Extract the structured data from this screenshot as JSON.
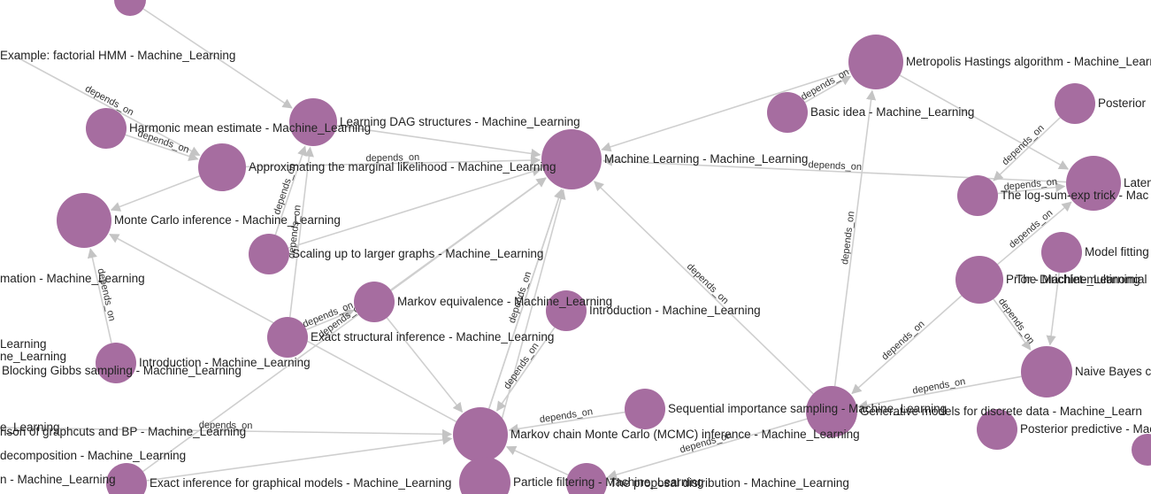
{
  "graph": {
    "edge_label": "depends_on",
    "node_color": "#a66da0",
    "edge_color": "#cfcfcf",
    "nodes": [
      {
        "id": "ml",
        "label": "Machine Learning - Machine_Learning"
      },
      {
        "id": "mh",
        "label": "Metropolis Hastings algorithm - Machine_Learning"
      },
      {
        "id": "posterior_top",
        "label": "Posterior"
      },
      {
        "id": "basic_idea",
        "label": "Basic idea - Machine_Learning"
      },
      {
        "id": "latent",
        "label": "Laten"
      },
      {
        "id": "logsumexp",
        "label": "The log-sum-exp trick - Mac"
      },
      {
        "id": "model_fitting",
        "label": "Model fitting"
      },
      {
        "id": "prior",
        "label": "Prior - Machine_Learning"
      },
      {
        "id": "dirichlet",
        "label": "The Dirichlet-multinomial n"
      },
      {
        "id": "naive_bayes",
        "label": "Naive Bayes c"
      },
      {
        "id": "generative",
        "label": "Generative models for discrete data - Machine_Learn"
      },
      {
        "id": "posterior_pred",
        "label": "Posterior predictive - Mac"
      },
      {
        "id": "right_edge",
        "label": ""
      },
      {
        "id": "factorial_hmm",
        "label": "Example: factorial HMM - Machine_Learning"
      },
      {
        "id": "harmonic",
        "label": "Harmonic mean estimate - Machine_Learning"
      },
      {
        "id": "learning_dag",
        "label": "Learning DAG structures - Machine_Learning"
      },
      {
        "id": "approx_ml",
        "label": "Approximating the marginal likelihood - Machine_Learning"
      },
      {
        "id": "monte_carlo",
        "label": "Monte Carlo inference - Machine_Learning"
      },
      {
        "id": "scaling",
        "label": "Scaling up to larger graphs - Machine_Learning"
      },
      {
        "id": "markov_eq",
        "label": "Markov equivalence - Machine_Learning"
      },
      {
        "id": "exact_struct",
        "label": "Exact structural inference - Machine_Learning"
      },
      {
        "id": "intro_mid",
        "label": "Introduction - Machine_Learning"
      },
      {
        "id": "intro_left",
        "label": "Introduction - Machine_Learning"
      },
      {
        "id": "blocking_gibbs",
        "label": "Blocking Gibbs sampling - Machine_Learning"
      },
      {
        "id": "mcmc",
        "label": "Markov chain Monte Carlo (MCMC) inference - Machine_Learning"
      },
      {
        "id": "sis",
        "label": "Sequential importance sampling - Machine_Learning"
      },
      {
        "id": "proposal",
        "label": "The proposal distribution - Machine_Learning"
      },
      {
        "id": "particle",
        "label": "Particle filtering - Machine_Learning"
      },
      {
        "id": "exact_gm",
        "label": "Exact inference for graphical models - Machine_Learning"
      },
      {
        "id": "top_left_node",
        "label": ""
      },
      {
        "id": "mh_gen_node",
        "label": ""
      },
      {
        "id": "left_approx",
        "label": "mation - Machine_Learning"
      },
      {
        "id": "left_learning",
        "label": "Learning"
      },
      {
        "id": "left_learning2",
        "label": "ne_Learning"
      },
      {
        "id": "left_learning3",
        "label": "e_Learning"
      },
      {
        "id": "graphcuts",
        "label": "rison of graphcuts and BP - Machine_Learning"
      },
      {
        "id": "decomp",
        "label": "decomposition - Machine_Learning"
      },
      {
        "id": "left_ml",
        "label": "n - Machine_Learning"
      }
    ]
  }
}
